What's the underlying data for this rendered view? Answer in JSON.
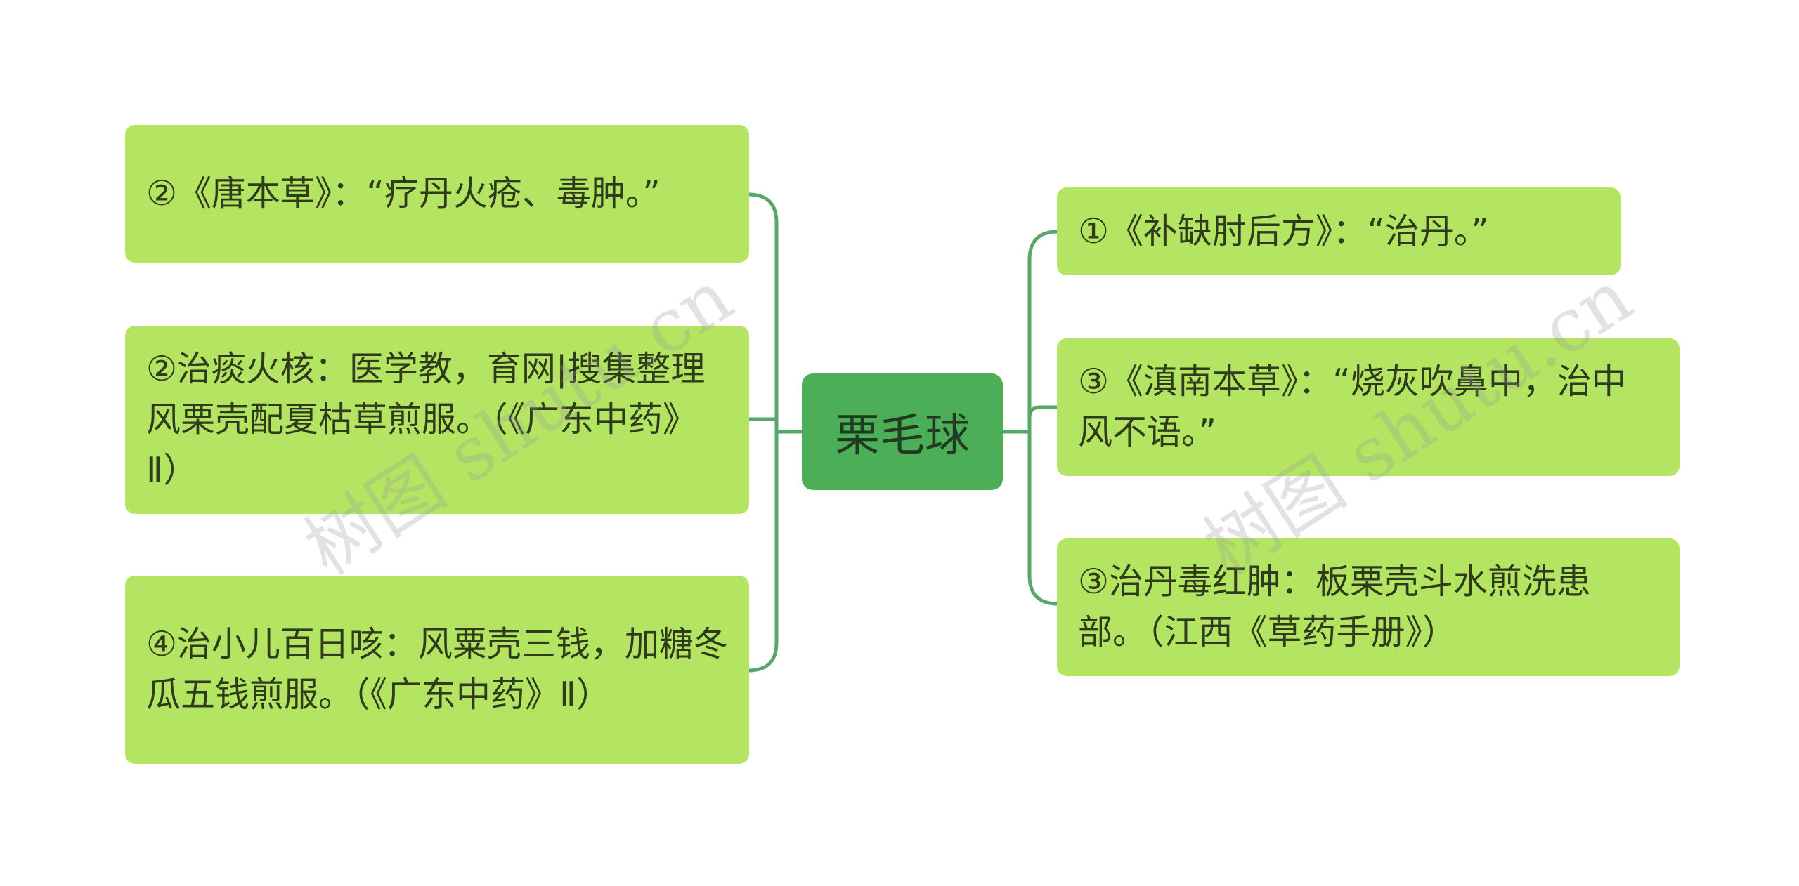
{
  "center": {
    "label": "栗毛球"
  },
  "left_nodes": [
    {
      "text": "②《唐本草》：“疗丹火疮、毒肿。”"
    },
    {
      "text": "②治痰火核：医学教，育网|搜集整理风栗壳配夏枯草煎服。（《广东中药》Ⅱ）"
    },
    {
      "text": "④治小儿百日咳：风粟壳三钱，加糖冬瓜五钱煎服。（《广东中药》Ⅱ）"
    }
  ],
  "right_nodes": [
    {
      "text": "①《补缺肘后方》：“治丹。”"
    },
    {
      "text": "③《滇南本草》：“烧灰吹鼻中，治中风不语。”"
    },
    {
      "text": "③治丹毒红肿：板栗壳斗水煎洗患部。（江西《草药手册》）"
    }
  ],
  "watermarks": [
    {
      "text": "树图 shutu.cn"
    },
    {
      "text": "树图 shutu.cn"
    }
  ],
  "colors": {
    "connector": "#55a869",
    "node_fill": "#b3e563",
    "center_fill": "#4caf58"
  }
}
